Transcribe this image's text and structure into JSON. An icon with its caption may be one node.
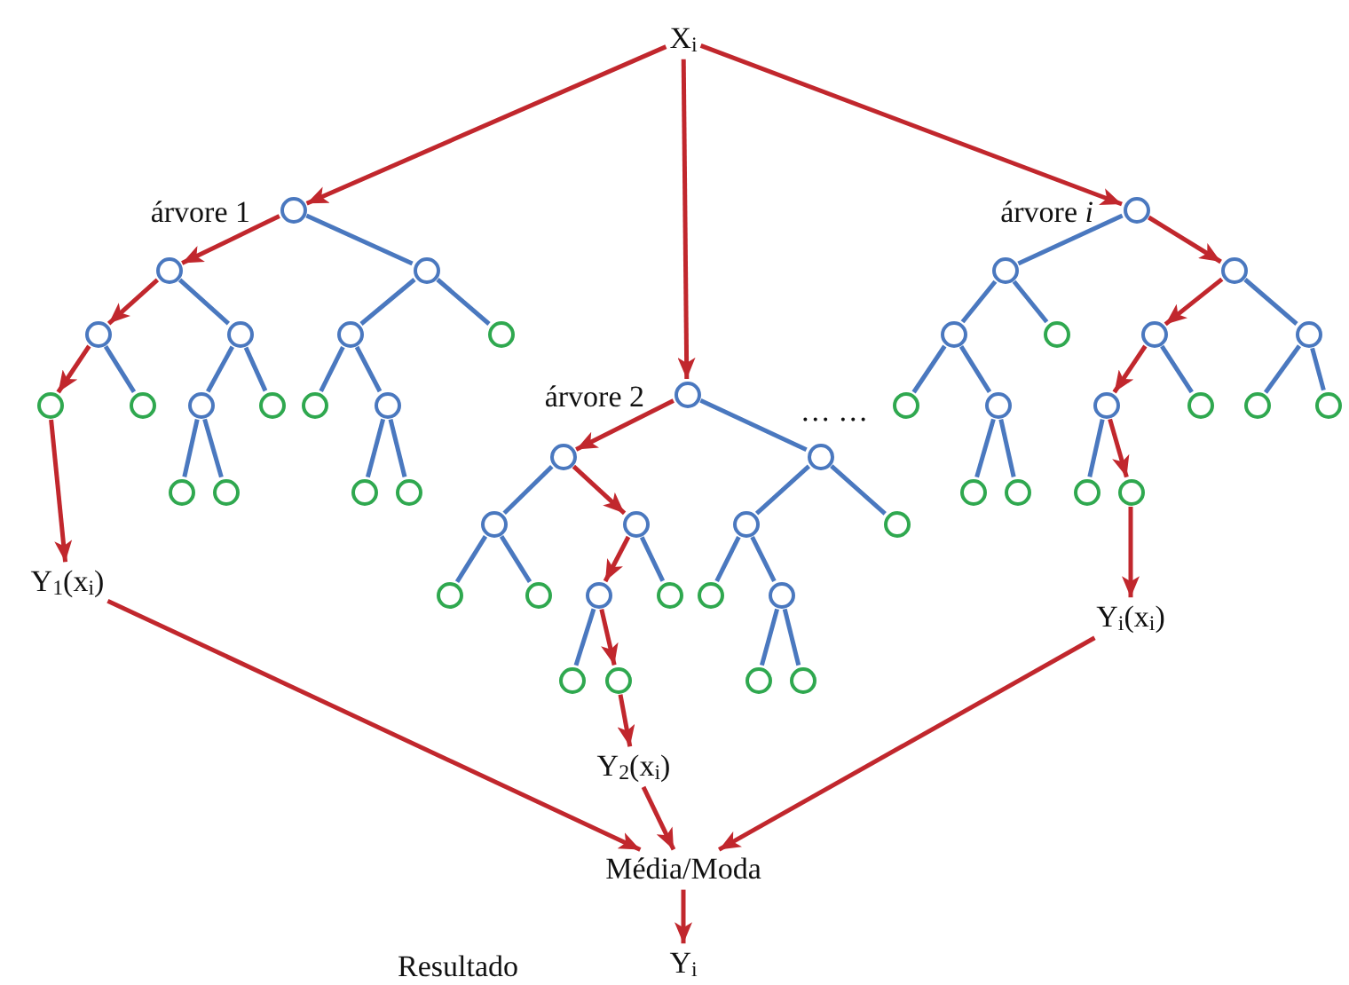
{
  "diagram": {
    "nodes": [
      {
        "text": [
          "X$_{i}$"
        ]
      },
      {
        "text": [],
        "shape": "circle",
        "beside": [
          "árvore 1"
        ]
      },
      {
        "text": [],
        "shape": "circle"
      },
      {
        "text": [],
        "shape": "circle"
      },
      {
        "text": [],
        "shape": "circle"
      },
      {
        "text": [],
        "shape": "circle"
      },
      {
        "text": [],
        "shape": "circle"
      },
      {
        "text": [],
        "shape": "circle"
      },
      {
        "text": [],
        "shape": "circle"
      },
      {
        "text": [],
        "shape": "circle"
      },
      {
        "text": [],
        "shape": "circle"
      },
      {
        "text": [],
        "shape": "circle"
      },
      {
        "text": [],
        "shape": "circle"
      },
      {
        "text": [],
        "shape": "circle"
      },
      {
        "text": [],
        "shape": "circle"
      },
      {
        "text": [],
        "shape": "circle"
      },
      {
        "text": [],
        "shape": "circle"
      },
      {
        "text": [],
        "shape": "circle"
      },
      {
        "text": [],
        "shape": "circle",
        "beside": [
          "árvore 2"
        ]
      },
      {
        "text": [],
        "shape": "circle"
      },
      {
        "text": [],
        "shape": "circle"
      },
      {
        "text": [],
        "shape": "circle"
      },
      {
        "text": [],
        "shape": "circle"
      },
      {
        "text": [],
        "shape": "circle"
      },
      {
        "text": [],
        "shape": "circle"
      },
      {
        "text": [],
        "shape": "circle"
      },
      {
        "text": [],
        "shape": "circle"
      },
      {
        "text": [],
        "shape": "circle"
      },
      {
        "text": [],
        "shape": "circle"
      },
      {
        "text": [],
        "shape": "circle"
      },
      {
        "text": [],
        "shape": "circle"
      },
      {
        "text": [],
        "shape": "circle"
      },
      {
        "text": [],
        "shape": "circle"
      },
      {
        "text": [],
        "shape": "circle"
      },
      {
        "text": [],
        "shape": "circle"
      },
      {
        "text": [],
        "shape": "circle",
        "beside": [
          "árvore *i*"
        ]
      },
      {
        "text": [],
        "shape": "circle"
      },
      {
        "text": [],
        "shape": "circle"
      },
      {
        "text": [],
        "shape": "circle"
      },
      {
        "text": [],
        "shape": "circle"
      },
      {
        "text": [],
        "shape": "circle"
      },
      {
        "text": [],
        "shape": "circle"
      },
      {
        "text": [],
        "shape": "circle"
      },
      {
        "text": [],
        "shape": "circle"
      },
      {
        "text": [],
        "shape": "circle"
      },
      {
        "text": [],
        "shape": "circle"
      },
      {
        "text": [],
        "shape": "circle"
      },
      {
        "text": [],
        "shape": "circle"
      },
      {
        "text": [],
        "shape": "circle"
      },
      {
        "text": [],
        "shape": "circle"
      },
      {
        "text": [],
        "shape": "circle"
      },
      {
        "text": [],
        "shape": "circle"
      },
      {
        "text": [
          "Y$_{1}$(x$_{i}$)"
        ]
      },
      {
        "text": [
          "Y$_{2}$(x$_{i}$)"
        ]
      },
      {
        "text": [
          "Y$_{i}$(x$_{i}$)"
        ]
      },
      {
        "text": [
          "Média/Moda"
        ]
      },
      {
        "text": [
          "Y$_{i}$"
        ]
      }
    ],
    "edges": [
      {
        "from": 0,
        "to": 1,
        "arrow": "to",
        "color": "#c1272d"
      },
      {
        "from": 0,
        "to": 18,
        "arrow": "to",
        "color": "#c1272d"
      },
      {
        "from": 0,
        "to": 35,
        "arrow": "to",
        "color": "#c1272d"
      },
      {
        "from": 1,
        "to": 2,
        "arrow": "to",
        "color": "#c1272d"
      },
      {
        "from": 1,
        "to": 3,
        "arrow": "none"
      },
      {
        "from": 2,
        "to": 4,
        "arrow": "to",
        "color": "#c1272d"
      },
      {
        "from": 2,
        "to": 5,
        "arrow": "none"
      },
      {
        "from": 3,
        "to": 6,
        "arrow": "none"
      },
      {
        "from": 3,
        "to": 7,
        "arrow": "none"
      },
      {
        "from": 4,
        "to": 8,
        "arrow": "to",
        "color": "#c1272d"
      },
      {
        "from": 4,
        "to": 9,
        "arrow": "none"
      },
      {
        "from": 5,
        "to": 10,
        "arrow": "none"
      },
      {
        "from": 5,
        "to": 11,
        "arrow": "none"
      },
      {
        "from": 6,
        "to": 12,
        "arrow": "none"
      },
      {
        "from": 6,
        "to": 13,
        "arrow": "none"
      },
      {
        "from": 10,
        "to": 14,
        "arrow": "none"
      },
      {
        "from": 10,
        "to": 15,
        "arrow": "none"
      },
      {
        "from": 13,
        "to": 16,
        "arrow": "none"
      },
      {
        "from": 13,
        "to": 17,
        "arrow": "none"
      },
      {
        "from": 8,
        "to": 52,
        "arrow": "to",
        "color": "#c1272d"
      },
      {
        "from": 18,
        "to": 19,
        "arrow": "to",
        "color": "#c1272d"
      },
      {
        "from": 18,
        "to": 20,
        "arrow": "none"
      },
      {
        "from": 19,
        "to": 21,
        "arrow": "none"
      },
      {
        "from": 19,
        "to": 22,
        "arrow": "to",
        "color": "#c1272d"
      },
      {
        "from": 20,
        "to": 23,
        "arrow": "none"
      },
      {
        "from": 20,
        "to": 24,
        "arrow": "none"
      },
      {
        "from": 21,
        "to": 25,
        "arrow": "none"
      },
      {
        "from": 21,
        "to": 26,
        "arrow": "none"
      },
      {
        "from": 22,
        "to": 27,
        "arrow": "to",
        "color": "#c1272d"
      },
      {
        "from": 22,
        "to": 28,
        "arrow": "none"
      },
      {
        "from": 23,
        "to": 29,
        "arrow": "none"
      },
      {
        "from": 23,
        "to": 30,
        "arrow": "none"
      },
      {
        "from": 27,
        "to": 31,
        "arrow": "none"
      },
      {
        "from": 27,
        "to": 32,
        "arrow": "to",
        "color": "#c1272d"
      },
      {
        "from": 30,
        "to": 33,
        "arrow": "none"
      },
      {
        "from": 30,
        "to": 34,
        "arrow": "none"
      },
      {
        "from": 32,
        "to": 53,
        "arrow": "to",
        "color": "#c1272d"
      },
      {
        "from": 35,
        "to": 36,
        "arrow": "none"
      },
      {
        "from": 35,
        "to": 37,
        "arrow": "to",
        "color": "#c1272d"
      },
      {
        "from": 36,
        "to": 38,
        "arrow": "none"
      },
      {
        "from": 36,
        "to": 39,
        "arrow": "none"
      },
      {
        "from": 37,
        "to": 40,
        "arrow": "to",
        "color": "#c1272d"
      },
      {
        "from": 37,
        "to": 41,
        "arrow": "none"
      },
      {
        "from": 38,
        "to": 42,
        "arrow": "none"
      },
      {
        "from": 38,
        "to": 43,
        "arrow": "none"
      },
      {
        "from": 40,
        "to": 44,
        "arrow": "to",
        "color": "#c1272d"
      },
      {
        "from": 40,
        "to": 45,
        "arrow": "none"
      },
      {
        "from": 41,
        "to": 46,
        "arrow": "none"
      },
      {
        "from": 41,
        "to": 47,
        "arrow": "none"
      },
      {
        "from": 43,
        "to": 48,
        "arrow": "none"
      },
      {
        "from": 43,
        "to": 49,
        "arrow": "none"
      },
      {
        "from": 44,
        "to": 50,
        "arrow": "none"
      },
      {
        "from": 44,
        "to": 51,
        "arrow": "to",
        "color": "#c1272d"
      },
      {
        "from": 51,
        "to": 54,
        "arrow": "to",
        "color": "#c1272d"
      },
      {
        "from": 52,
        "to": 55,
        "arrow": "to",
        "color": "#c1272d"
      },
      {
        "from": 53,
        "to": 55,
        "arrow": "to",
        "color": "#c1272d"
      },
      {
        "from": 54,
        "to": 55,
        "arrow": "to",
        "color": "#c1272d"
      },
      {
        "from": 55,
        "to": 56,
        "arrow": "to",
        "color": "#c1272d"
      }
    ],
    "labels": [
      "… …",
      "Resultado"
    ]
  }
}
